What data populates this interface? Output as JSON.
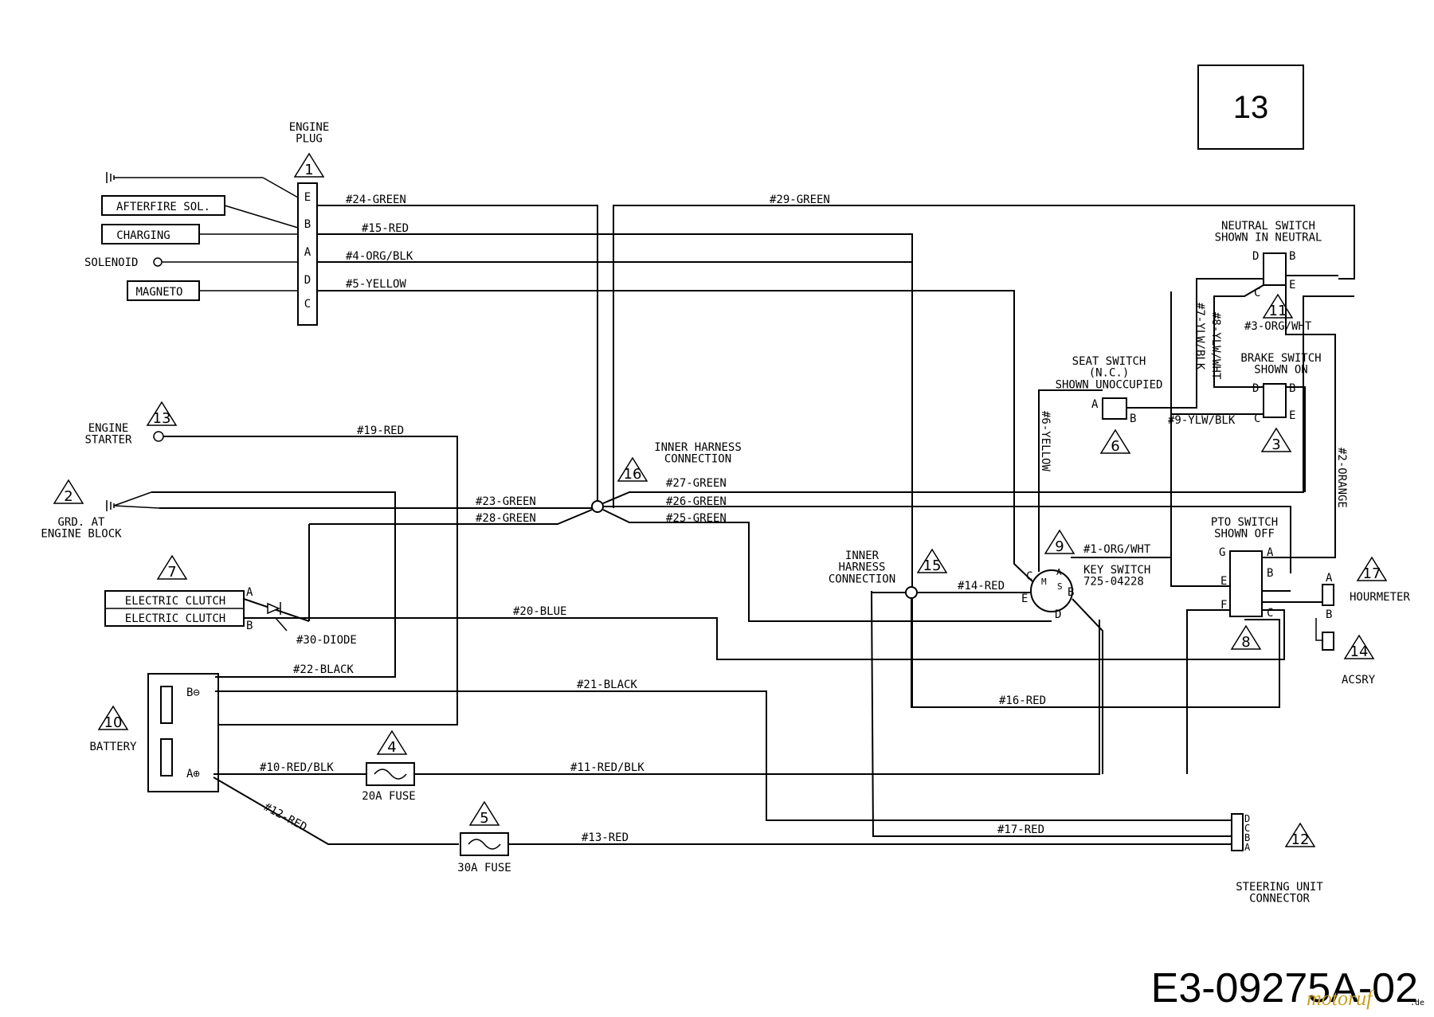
{
  "page_number": "13",
  "drawing_code": "E3-09275A-02",
  "watermark": "motoruf",
  "watermark_tld": ".de",
  "components": {
    "engine_plug": "ENGINE\nPLUG",
    "plug_pins": [
      "E",
      "B",
      "A",
      "D",
      "C"
    ],
    "afterfire": "AFTERFIRE SOL.",
    "charging": "CHARGING",
    "solenoid": "SOLENOID",
    "magneto": "MAGNETO",
    "engine_starter": "ENGINE\nSTARTER",
    "grd": "GRD. AT\nENGINE BLOCK",
    "clutch1": "ELECTRIC CLUTCH",
    "clutch2": "ELECTRIC CLUTCH",
    "diode": "#30-DIODE",
    "battery": "BATTERY",
    "fuse20": "20A FUSE",
    "fuse30": "30A FUSE",
    "inner_harness_top": "INNER HARNESS\nCONNECTION",
    "inner_harness_mid": "INNER\nHARNESS\nCONNECTION",
    "seat_switch": "SEAT SWITCH\n(N.C.)\nSHOWN UNOCCUPIED",
    "neutral_switch": "NEUTRAL SWITCH\nSHOWN IN NEUTRAL",
    "brake_switch": "BRAKE SWITCH\nSHOWN ON",
    "key_switch": "KEY SWITCH\n725-04228",
    "pto_switch": "PTO SWITCH\nSHOWN OFF",
    "hourmeter": "HOURMETER",
    "acsry": "ACSRY",
    "steering": "STEERING UNIT\nCONNECTOR"
  },
  "wires": {
    "w24": "#24-GREEN",
    "w15": "#15-RED",
    "w4": "#4-ORG/BLK",
    "w5": "#5-YELLOW",
    "w29": "#29-GREEN",
    "w19": "#19-RED",
    "w23": "#23-GREEN",
    "w28": "#28-GREEN",
    "w27": "#27-GREEN",
    "w26": "#26-GREEN",
    "w25": "#25-GREEN",
    "w20": "#20-BLUE",
    "w22": "#22-BLACK",
    "w21": "#21-BLACK",
    "w10": "#10-RED/BLK",
    "w11": "#11-RED/BLK",
    "w12": "#12-RED",
    "w13": "#13-RED",
    "w17": "#17-RED",
    "w16": "#16-RED",
    "w14": "#14-RED",
    "w1": "#1-ORG/WHT",
    "w3": "#3-ORG/WHT",
    "w2": "#2-ORANGE",
    "w6": "#6-YELLOW",
    "w7": "#7-YLW/BLK",
    "w8": "#8-YLW/WHT",
    "w9": "#9-YLW/BLK"
  },
  "callouts": [
    "1",
    "2",
    "3",
    "4",
    "5",
    "6",
    "7",
    "8",
    "9",
    "10",
    "11",
    "12",
    "13",
    "14",
    "15",
    "16",
    "17"
  ],
  "pin_letters": {
    "a": "A",
    "b": "B",
    "c": "C",
    "d": "D",
    "e": "E",
    "f": "F",
    "g": "G",
    "minus": "B⊖",
    "plus": "A⊕",
    "key_c": "C",
    "key_e": "E",
    "key_a": "A",
    "key_b": "B",
    "key_d": "D",
    "key_s": "S",
    "key_m": "M",
    "steer": [
      "D",
      "C",
      "B",
      "A"
    ]
  }
}
